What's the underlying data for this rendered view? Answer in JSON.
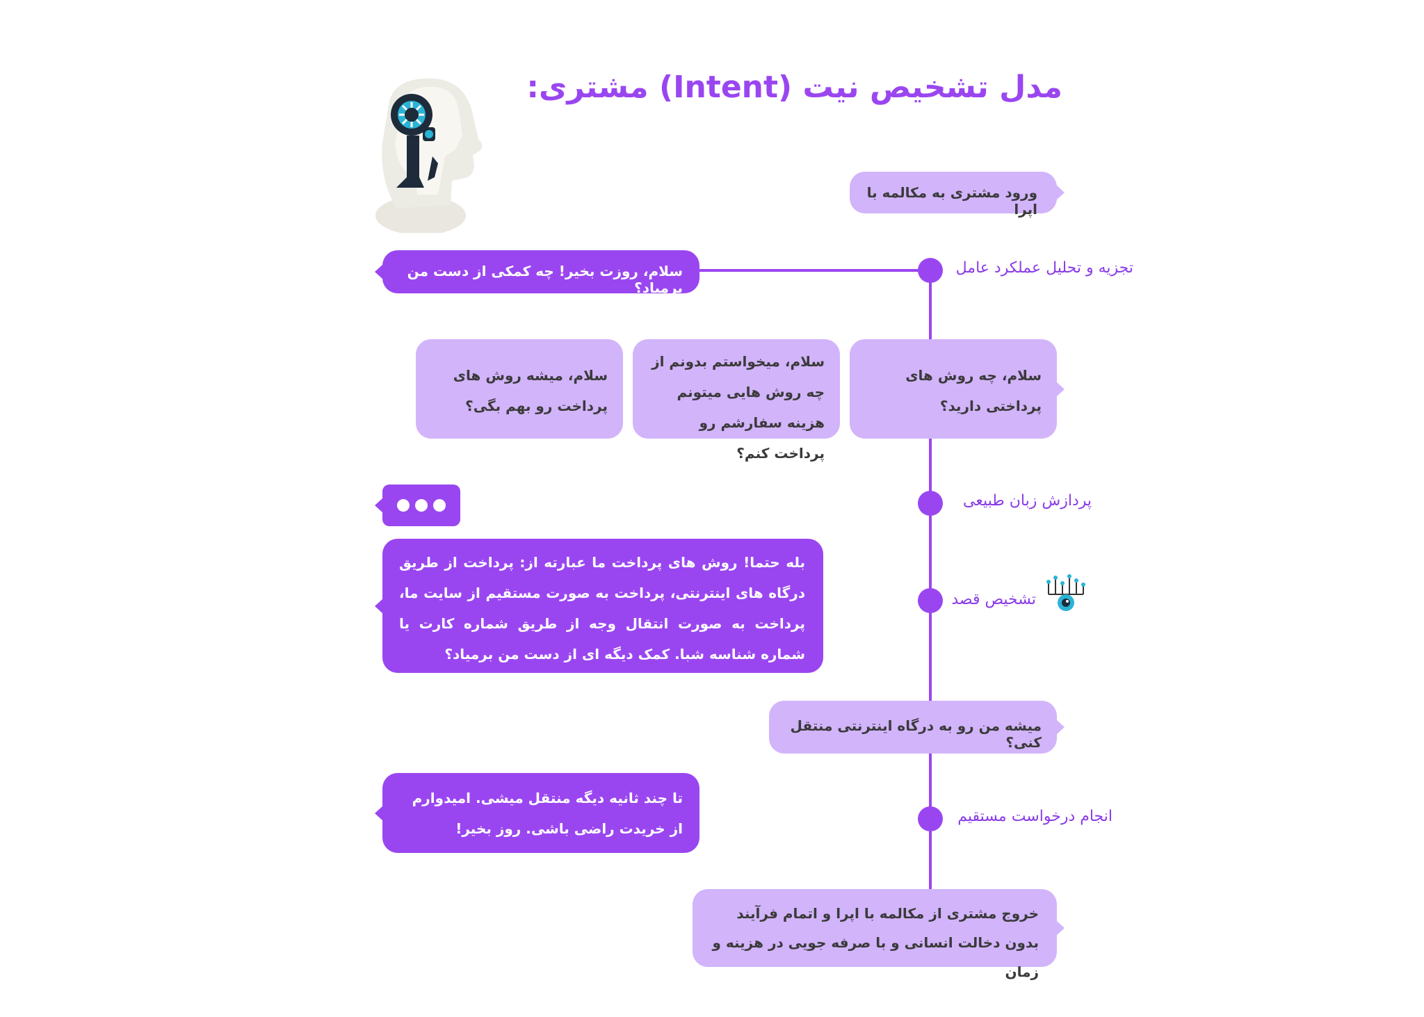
{
  "title": "مدل تشخیص نیت (Intent) مشتری:",
  "colors": {
    "primary": "#9a46f0",
    "light": "#d2b4fb",
    "text": "#3a3a3a"
  },
  "illustration": {
    "icon": "ai-robot-head-icon"
  },
  "eye_icon": {
    "icon": "ai-eye-circuit-icon"
  },
  "steps": {
    "entry": "ورود مشتری به مکالمه با اپرا",
    "analysis": "تجزیه و تحلیل عملکرد عامل",
    "nlp": "پردازش زبان طبیعی",
    "intent": "تشخیص قصد",
    "request": "انجام درخواست مستقیم"
  },
  "bubbles": {
    "greeting": "سلام، روزت بخیر! چه کمکی از دست من برمیاد؟",
    "customer_1": "سلام، چه روش های پرداختی دارید؟",
    "customer_2": "سلام، میخواستم بدونم از چه روش هایی میتونم هزینه سفارشم رو پرداخت کنم؟",
    "customer_3": "سلام، میشه روش های پرداخت رو بهم بگی؟",
    "answer": "بله حتما! روش های پرداخت ما عبارته از: پرداخت از طریق درگاه های اینترنتی، پرداخت به صورت مستقیم از سایت ما، پرداخت به صورت انتقال وجه از طریق شماره کارت یا شماره شناسه شبا. کمک دیگه ای از دست من برمیاد؟",
    "transfer_request": "میشه من رو به درگاه اینترنتی منتقل کنی؟",
    "transfer_reply": "تا چند ثانیه دیگه منتقل میشی. امیدوارم از خریدت راضی باشی. روز بخیر!",
    "exit": "خروج مشتری از مکالمه با اپرا و اتمام فرآیند بدون دخالت انسانی و با صرفه جویی در هزینه و زمان"
  }
}
